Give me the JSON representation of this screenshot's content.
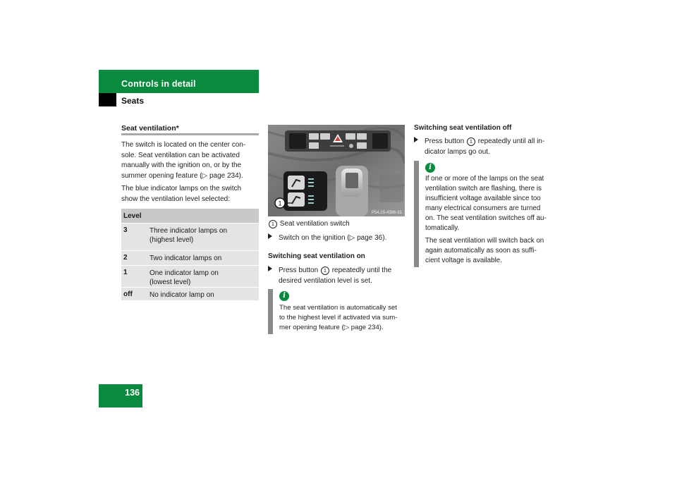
{
  "header": {
    "section": "Controls in detail",
    "subsection": "Seats"
  },
  "page_number": "136",
  "ventilation": {
    "title": "Seat ventilation*",
    "para1_lines": [
      "The switch is located on the center con-",
      "sole. Seat ventilation can be activated",
      "manually with the ignition on, or by the",
      "summer opening feature (▷ page 234)."
    ],
    "para2_lines": [
      "The blue indicator lamps on the switch",
      "show the ventilation level selected:"
    ]
  },
  "table": {
    "header": "Level",
    "rows": [
      {
        "level": "3",
        "desc_lines": [
          "Three indicator lamps on",
          "(highest level)"
        ]
      },
      {
        "level": "2",
        "desc_lines": [
          "Two indicator lamps on"
        ]
      },
      {
        "level": "1",
        "desc_lines": [
          "One indicator lamp on",
          "(lowest level)"
        ]
      },
      {
        "level": "off",
        "desc_lines": [
          "No indicator lamp on"
        ]
      }
    ]
  },
  "figure": {
    "callout": "1",
    "code": "P54.25-4386-31"
  },
  "middle": {
    "caption_num": "1",
    "caption_text": "Seat ventilation switch",
    "step1_a": "Switch on the ignition (",
    "step1_b": "▷ page 36).",
    "on_title": "Switching seat ventilation on",
    "step2_a": "Press button ",
    "step2_num": "1",
    "step2_b": " repeatedly until the",
    "step2_c": "desired ventilation level is set.",
    "info_lines": [
      "The seat ventilation is automatically set",
      "to the highest level if activated via sum-",
      "mer opening feature (▷ page 234)."
    ]
  },
  "right": {
    "off_title": "Switching seat ventilation off",
    "step_a": "Press button ",
    "step_num": "1",
    "step_b": " repeatedly until all in-",
    "step_c": "dicator lamps go out.",
    "info_para1": [
      "If one or more of the lamps on the seat",
      "ventilation switch are flashing, there is",
      "insufficient voltage available since too",
      "many electrical consumers are turned",
      "on. The seat ventilation switches off au-",
      "tomatically."
    ],
    "info_para2": [
      "The seat ventilation will switch back on",
      "again automatically as soon as suffi-",
      "cient voltage is available."
    ]
  },
  "icons": {
    "info": "info-icon",
    "bullet": "arrow-bullet-icon"
  },
  "colors": {
    "accent_green": "#0a8a3f",
    "table_header": "#c9c9c9",
    "table_row": "#e4e4e4",
    "info_bar": "#8a8a8a"
  }
}
